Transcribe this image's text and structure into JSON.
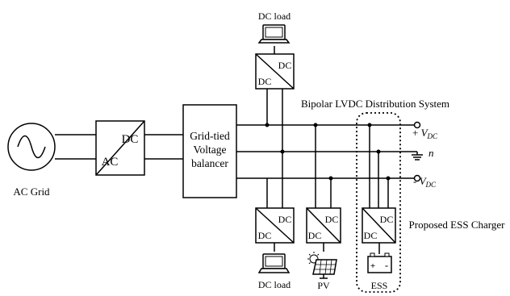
{
  "diagram": {
    "ac_grid_label": "AC Grid",
    "converter_ac_dc": {
      "top": "DC",
      "bottom": "AC"
    },
    "balancer_lines": [
      "Grid-tied",
      "Voltage",
      "balancer"
    ],
    "dcdc_top": "DC",
    "dcdc_bottom": "DC",
    "system_title": "Bipolar LVDC Distribution System",
    "pos_bus": {
      "sign": "+ ",
      "var": "V",
      "sub": "DC"
    },
    "neutral_bus": "n",
    "neg_bus": {
      "sign": "- ",
      "var": "V",
      "sub": "DC"
    },
    "dc_load_top_label": "DC load",
    "dc_load_bottom_label": "DC load",
    "pv_label": "PV",
    "ess_label": "ESS",
    "ess_charger_label": "Proposed ESS Charger",
    "battery_signs": {
      "plus": "+",
      "minus": "-"
    }
  }
}
